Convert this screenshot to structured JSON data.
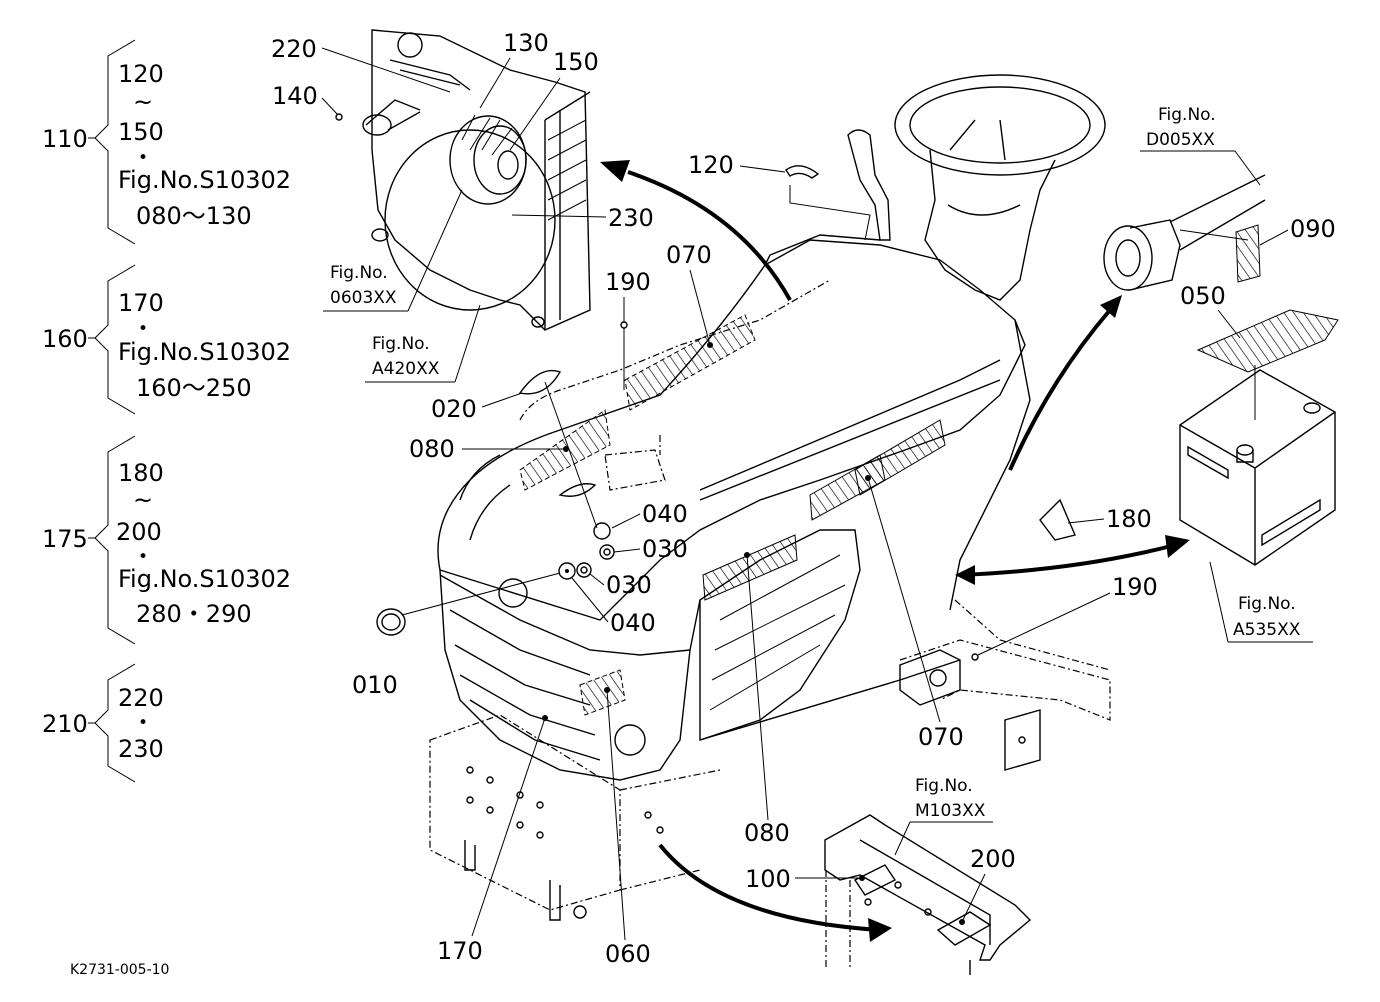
{
  "drawing_id": "K2731-005-10",
  "groups": [
    {
      "id": "110",
      "lines": [
        "120",
        "~",
        "150",
        "•",
        "Fig.No.S10302",
        "080～130"
      ]
    },
    {
      "id": "160",
      "lines": [
        "170",
        "•",
        "Fig.No.S10302",
        "160～250"
      ]
    },
    {
      "id": "175",
      "lines": [
        "180",
        "~",
        "200",
        "•",
        "Fig.No.S10302",
        "280・290"
      ]
    },
    {
      "id": "210",
      "lines": [
        "220",
        "•",
        "230"
      ]
    }
  ],
  "part_labels": {
    "p220": "220",
    "p130": "130",
    "p150": "150",
    "p140": "140",
    "p230": "230",
    "p120": "120",
    "p190a": "190",
    "p070a": "070",
    "p020": "020",
    "p080a": "080",
    "p040a": "040",
    "p030a": "030",
    "p030b": "030",
    "p040b": "040",
    "p010": "010",
    "p090": "090",
    "p050": "050",
    "p180": "180",
    "p190b": "190",
    "p070b": "070",
    "p080b": "080",
    "p170": "170",
    "p060": "060",
    "p100": "100",
    "p200": "200"
  },
  "fig_refs": {
    "f0603": [
      "Fig.No.",
      "0603XX"
    ],
    "fA420": [
      "Fig.No.",
      "A420XX"
    ],
    "fD005": [
      "Fig.No.",
      "D005XX"
    ],
    "fA535": [
      "Fig.No.",
      "A535XX"
    ],
    "fM103": [
      "Fig.No.",
      "M103XX"
    ]
  }
}
